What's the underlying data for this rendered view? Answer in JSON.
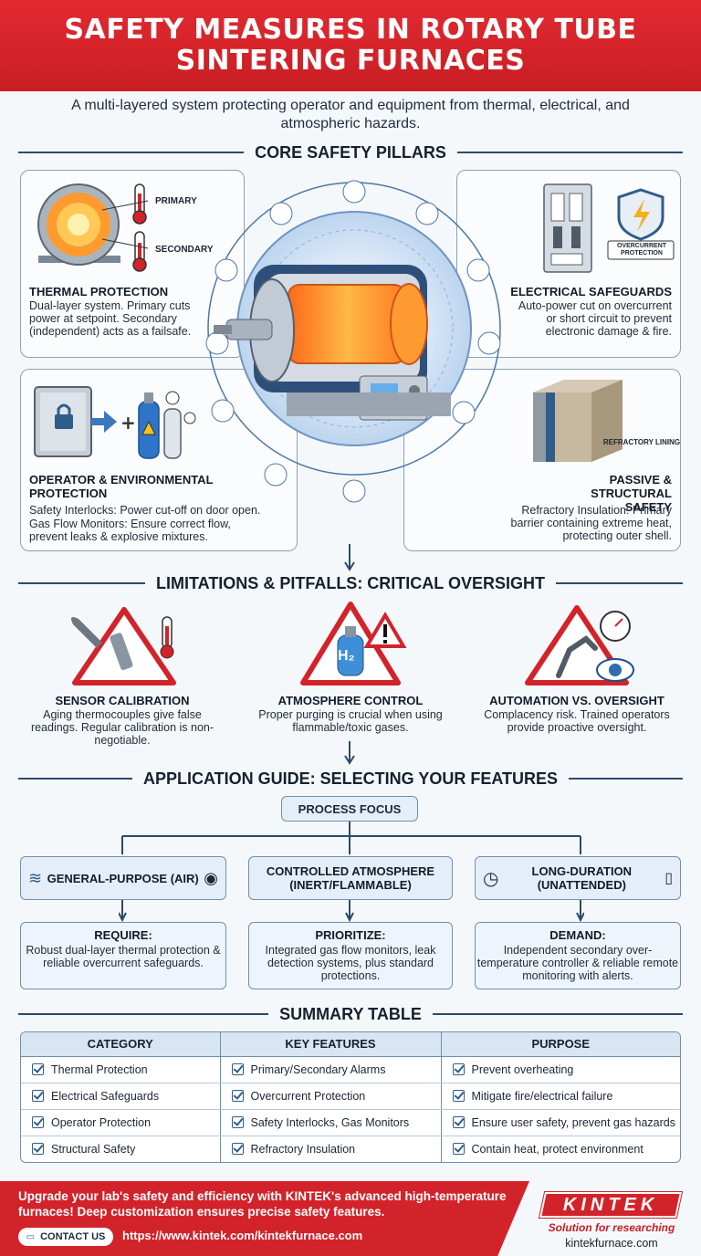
{
  "header": {
    "title": "SAFETY MEASURES IN ROTARY TUBE SINTERING FURNACES"
  },
  "subtitle": "A multi-layered system protecting operator and equipment from thermal, electrical, and atmospheric hazards.",
  "sections": {
    "pillars": "CORE SAFETY PILLARS",
    "limitations": "LIMITATIONS & PITFALLS: CRITICAL OVERSIGHT",
    "guide": "APPLICATION GUIDE: SELECTING YOUR FEATURES",
    "summary": "SUMMARY TABLE"
  },
  "pillars": {
    "thermal": {
      "title": "THERMAL PROTECTION",
      "text": "Dual-layer system. Primary cuts power at setpoint. Secondary (independent) acts as a failsafe.",
      "label_primary": "PRIMARY",
      "label_secondary": "SECONDARY"
    },
    "electrical": {
      "title": "ELECTRICAL SAFEGUARDS",
      "text": "Auto-power cut on overcurrent or short circuit to prevent electronic damage & fire.",
      "badge": "OVERCURRENT PROTECTION"
    },
    "operator": {
      "title": "OPERATOR & ENVIRONMENTAL PROTECTION",
      "line1": "Safety Interlocks: Power cut-off on door open.",
      "line2": "Gas Flow Monitors: Ensure correct flow, prevent leaks & explosive mixtures."
    },
    "passive": {
      "title": "PASSIVE & STRUCTURAL SAFETY",
      "text": "Refractory Insulation: Primary barrier containing extreme heat, protecting outer shell.",
      "label": "REFRACTORY LINING"
    }
  },
  "limitations": [
    {
      "title": "SENSOR CALIBRATION",
      "text": "Aging thermocouples give false readings. Regular calibration is non-negotiable."
    },
    {
      "title": "ATMOSPHERE CONTROL",
      "text": "Proper purging is crucial when using flammable/toxic gases.",
      "gas": "H₂"
    },
    {
      "title": "AUTOMATION vs. OVERSIGHT",
      "text": "Complacency risk. Trained operators provide proactive oversight."
    }
  ],
  "guide": {
    "focus": "PROCESS FOCUS",
    "columns": [
      {
        "head": "GENERAL-PURPOSE (AIR)",
        "label": "REQUIRE:",
        "text": "Robust dual-layer thermal protection & reliable overcurrent safeguards."
      },
      {
        "head": "CONTROLLED ATMOSPHERE (INERT/FLAMMABLE)",
        "label": "PRIORITIZE:",
        "text": "Integrated gas flow monitors, leak detection systems, plus standard protections."
      },
      {
        "head": "LONG-DURATION (UNATTENDED)",
        "label": "DEMAND:",
        "text": "Independent secondary over-temperature controller & reliable remote monitoring with alerts."
      }
    ]
  },
  "table": {
    "headers": [
      "CATEGORY",
      "KEY FEATURES",
      "PURPOSE"
    ],
    "rows": [
      [
        "Thermal Protection",
        "Primary/Secondary Alarms",
        "Prevent overheating"
      ],
      [
        "Electrical Safeguards",
        "Overcurrent Protection",
        "Mitigate fire/electrical failure"
      ],
      [
        "Operator Protection",
        "Safety Interlocks, Gas Monitors",
        "Ensure user safety, prevent gas hazards"
      ],
      [
        "Structural Safety",
        "Refractory Insulation",
        "Contain heat, protect environment"
      ]
    ]
  },
  "footer": {
    "text": "Upgrade your lab's safety and efficiency with KINTEK's advanced high-temperature furnaces! Deep customization ensures precise safety features.",
    "contact": "CONTACT US",
    "url": "https://www.kintek.com/kintekfurnace.com",
    "logo": "KINTEK",
    "tagline": "Solution for researching",
    "site": "kintekfurnace.com"
  },
  "colors": {
    "brand_red": "#d3232a",
    "navy": "#2b4a6b",
    "panel_blue": "#e5eef8"
  }
}
